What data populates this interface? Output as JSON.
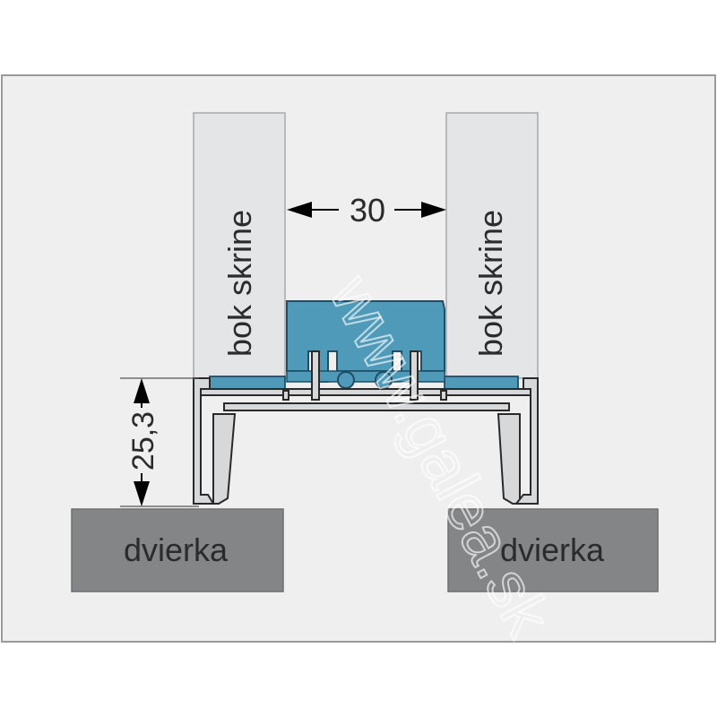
{
  "labels": {
    "panel_left": "bok skrine",
    "panel_right": "bok skrine",
    "door_left": "dvierka",
    "door_right": "dvierka",
    "gap_width": "30",
    "profile_height": "25,3",
    "watermark": "www.galea.sk"
  },
  "colors": {
    "background": "#ffffff",
    "frame_bg": "#efefef",
    "frame_border": "#9a9a9a",
    "panel_fill": "#e4e5e7",
    "panel_stroke": "#b8b9bb",
    "guide_fill": "#4f9ab8",
    "guide_stroke": "#1f4f66",
    "profile_fill": "#d7d8da",
    "profile_stroke": "#2a2a2a",
    "door_fill": "#848587",
    "text": "#2b2b2b"
  }
}
